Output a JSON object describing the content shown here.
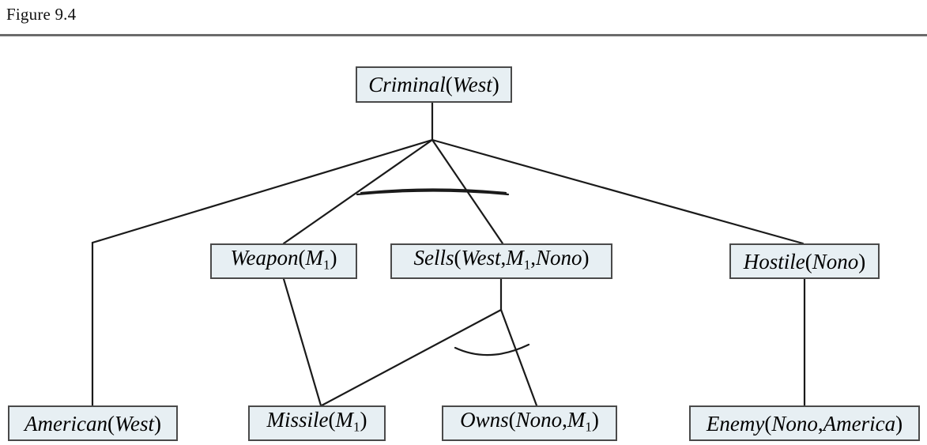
{
  "figure": {
    "caption": "Figure 9.4"
  },
  "diagram": {
    "type": "and-or-proof-tree",
    "colors": {
      "node_fill": "#e7eff3",
      "node_border": "#4a4a4a",
      "edge": "#1a1a1a",
      "rule": "#6b6b6b",
      "text": "#000000"
    },
    "nodes": [
      {
        "id": "criminal-west",
        "predicate": "Criminal",
        "args": [
          "West"
        ],
        "text": "Criminal(West)",
        "level": 0
      },
      {
        "id": "american-west",
        "predicate": "American",
        "args": [
          "West"
        ],
        "text": "American(West)",
        "level": 2
      },
      {
        "id": "weapon-m1",
        "predicate": "Weapon",
        "args": [
          "M1"
        ],
        "text": "Weapon(M1)",
        "level": 1
      },
      {
        "id": "sells-west-m1-nono",
        "predicate": "Sells",
        "args": [
          "West",
          "M1",
          "Nono"
        ],
        "text": "Sells(West,M1,Nono)",
        "level": 1
      },
      {
        "id": "hostile-nono",
        "predicate": "Hostile",
        "args": [
          "Nono"
        ],
        "text": "Hostile(Nono)",
        "level": 1
      },
      {
        "id": "missile-m1",
        "predicate": "Missile",
        "args": [
          "M1"
        ],
        "text": "Missile(M1)",
        "level": 2
      },
      {
        "id": "owns-nono-m1",
        "predicate": "Owns",
        "args": [
          "Nono",
          "M1"
        ],
        "text": "Owns(Nono,M1)",
        "level": 2
      },
      {
        "id": "enemy-nono-america",
        "predicate": "Enemy",
        "args": [
          "Nono",
          "America"
        ],
        "text": "Enemy(Nono,America)",
        "level": 2
      }
    ],
    "edges": [
      {
        "from": "criminal-west",
        "to": "american-west",
        "conjunction": true
      },
      {
        "from": "criminal-west",
        "to": "weapon-m1",
        "conjunction": true
      },
      {
        "from": "criminal-west",
        "to": "sells-west-m1-nono",
        "conjunction": true
      },
      {
        "from": "criminal-west",
        "to": "hostile-nono",
        "conjunction": true
      },
      {
        "from": "weapon-m1",
        "to": "missile-m1",
        "conjunction": false
      },
      {
        "from": "sells-west-m1-nono",
        "to": "missile-m1",
        "conjunction": true
      },
      {
        "from": "sells-west-m1-nono",
        "to": "owns-nono-m1",
        "conjunction": true
      },
      {
        "from": "hostile-nono",
        "to": "enemy-nono-america",
        "conjunction": false
      }
    ]
  }
}
